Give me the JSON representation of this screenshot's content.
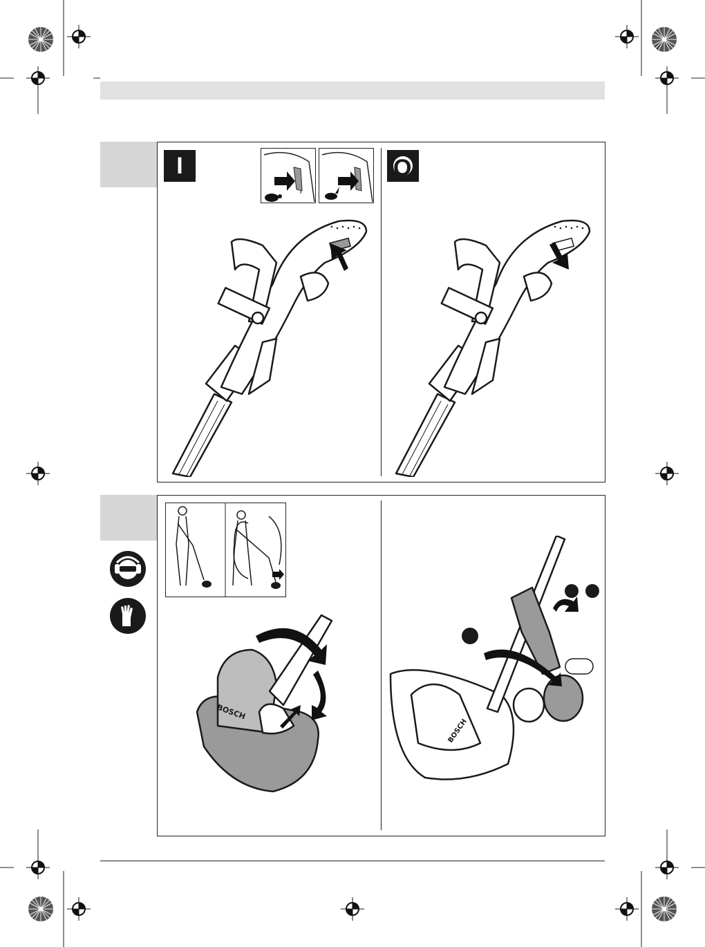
{
  "page": {
    "figure_top": {
      "on_symbol": "I",
      "off_symbol": "O"
    },
    "figure_bottom": {
      "brand_on_battery": "BOSCH",
      "brand_on_motor_housing": "BOSCH"
    },
    "icons": [
      "registration-mark-icon",
      "color-calibration-wheel-icon",
      "ear-eye-protection-icon",
      "protective-gloves-icon",
      "slow-speed-tortoise-icon",
      "fast-speed-hare-icon",
      "push-arrow-icon",
      "rotate-arrow-icon"
    ],
    "colors": {
      "header_bar": "#e1e1e1",
      "side_tab": "#d6d6d6",
      "line_art": "#1a1a1a",
      "shaded_part": "#9a9a9a"
    }
  }
}
